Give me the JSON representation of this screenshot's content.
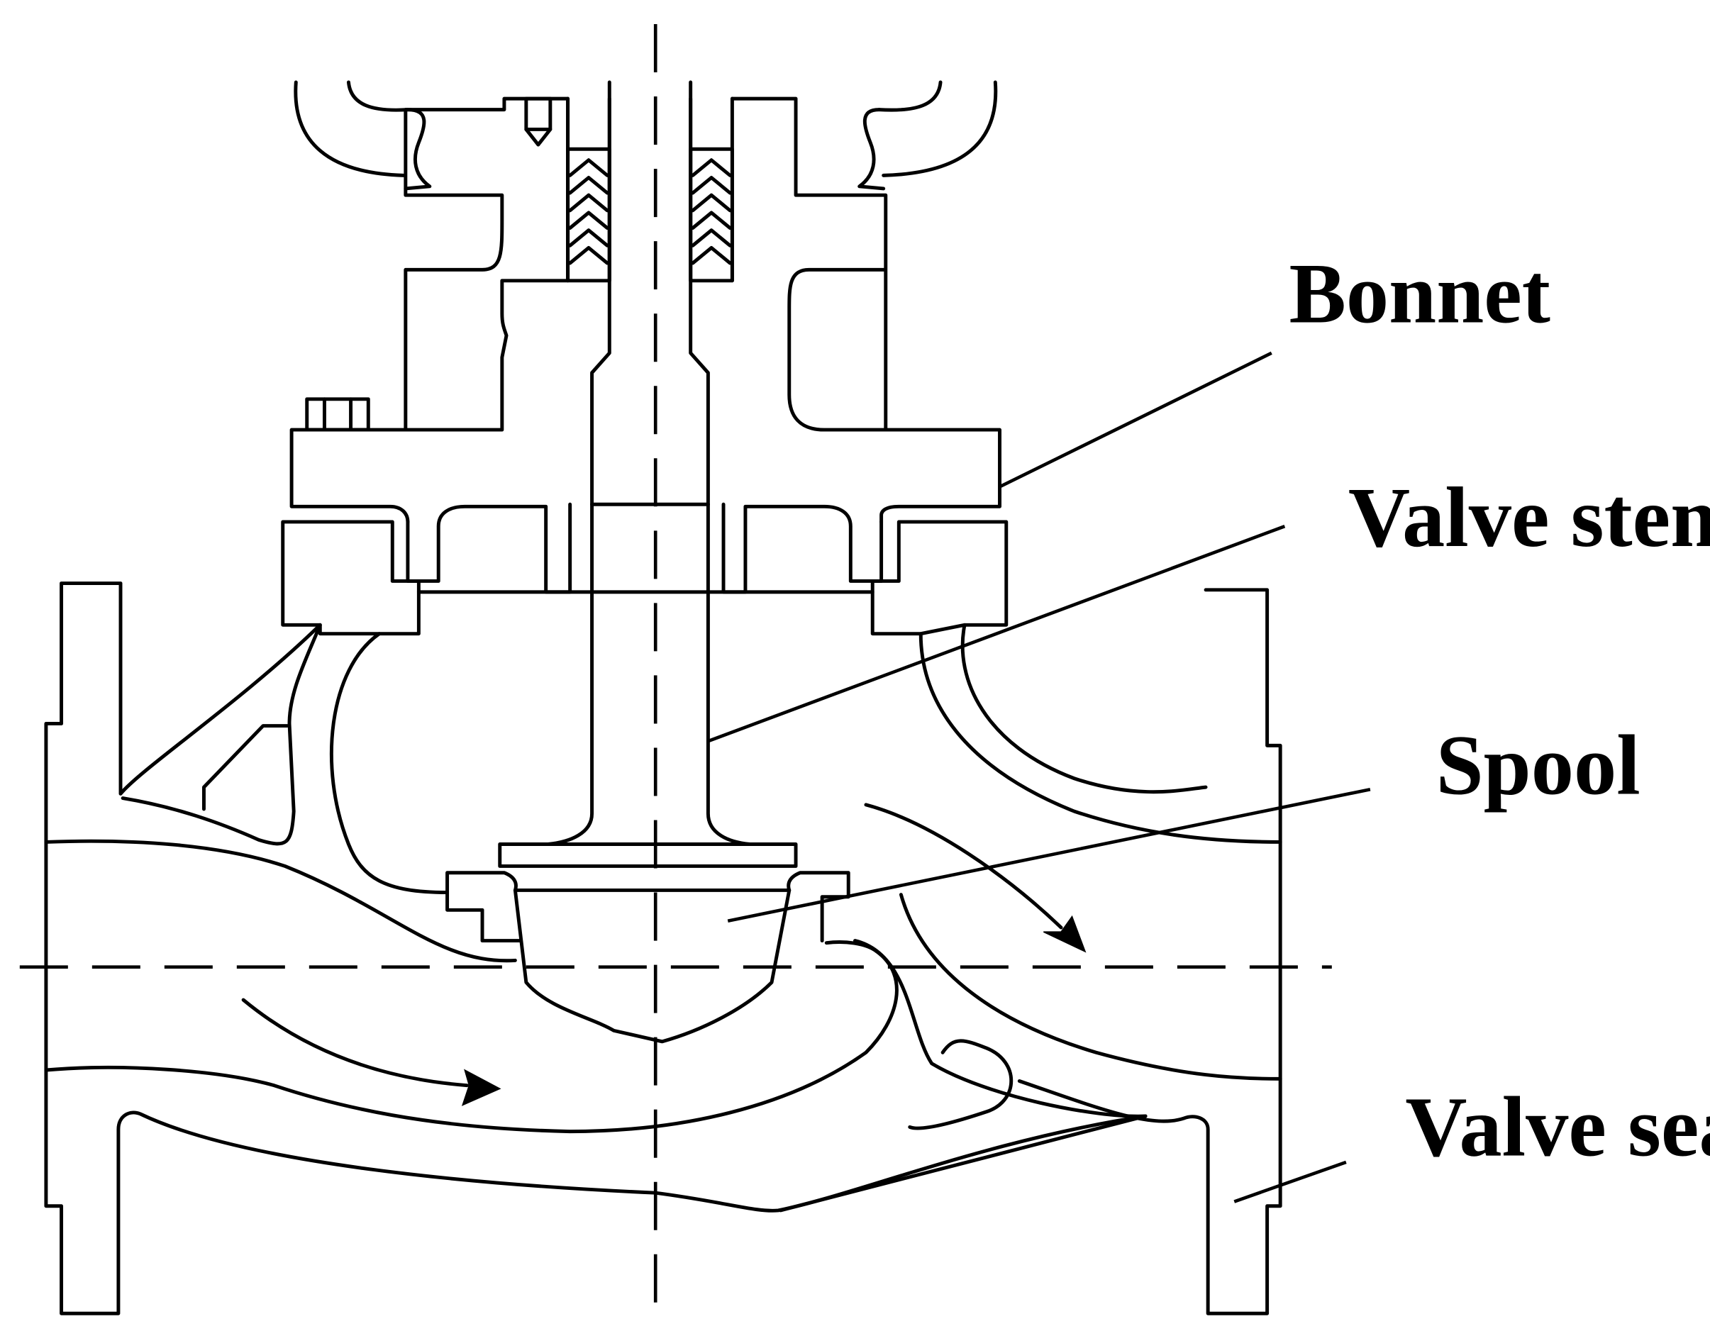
{
  "labels": {
    "bonnet": "Bonnet",
    "valve_stem": "Valve stem",
    "spool": "Spool",
    "valve_seat": "Valve seat"
  },
  "colors": {
    "line": "#000000",
    "background": "#ffffff"
  }
}
